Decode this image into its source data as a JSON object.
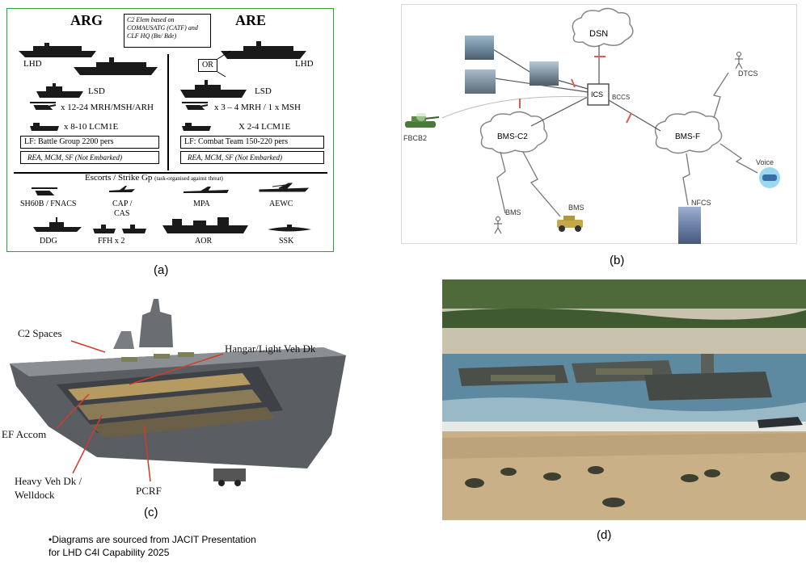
{
  "panel_a": {
    "arg_title": "ARG",
    "are_title": "ARE",
    "c2_note": "C2 Elem based on COMAUSATG (CATF) and CLF HQ (Bn/ Bde)",
    "lhd_left": "LHD",
    "lhd_right": "LHD",
    "or_label": "OR",
    "lsd_left": "LSD",
    "lsd_right": "LSD",
    "helo_left": "x 12-24 MRH/MSH/ARH",
    "helo_right": "x 3 – 4 MRH / 1 x MSH",
    "lcm_left": "x  8-10 LCM1E",
    "lcm_right": "X 2-4 LCM1E",
    "lf_left": "LF: Battle Group 2200 pers",
    "lf_right": "LF: Combat Team 150-220 pers",
    "rea_left": "REA, MCM, SF (Not Embarked)",
    "rea_right": "REA, MCM, SF (Not Embarked)",
    "escorts": "Escorts / Strike Gp",
    "escorts_note": "(task-organised against threat)",
    "sh60b": "SH60B / FNACS",
    "cap": "CAP /",
    "cas": "CAS",
    "mpa": "MPA",
    "aewc": "AEWC",
    "ddg": "DDG",
    "ffh": "FFH x 2",
    "aor": "AOR",
    "ssk": "SSK"
  },
  "panel_b": {
    "dsn": "DSN",
    "ics": "ICS",
    "bccs": "BCCS",
    "fbcb2": "FBCB2",
    "bms_c2": "BMS-C2",
    "bms_f": "BMS-F",
    "dtcs": "DTCS",
    "voice": "Voice",
    "bms1": "BMS",
    "bms2": "BMS",
    "nfcs": "NFCS"
  },
  "panel_c": {
    "c2_spaces": "C2 Spaces",
    "hangar": "Hangar/Light Veh Dk",
    "ef_accom": "EF Accom",
    "heavy_veh": "Heavy Veh Dk /",
    "welldock": "Welldock",
    "pcrf": "PCRF"
  },
  "captions": {
    "a": "(a)",
    "b": "(b)",
    "c": "(c)",
    "d": "(d)"
  },
  "footnote": {
    "line1": "•Diagrams are sourced from JACIT Presentation",
    "line2": "for LHD C4I  Capability 2025"
  },
  "colors": {
    "panel_a_border": "#2e9e3a",
    "link_mark": "#e05a5a",
    "ship_gray": "#5a5e63",
    "sea": "#5d8aa0",
    "sand": "#c9b087"
  }
}
